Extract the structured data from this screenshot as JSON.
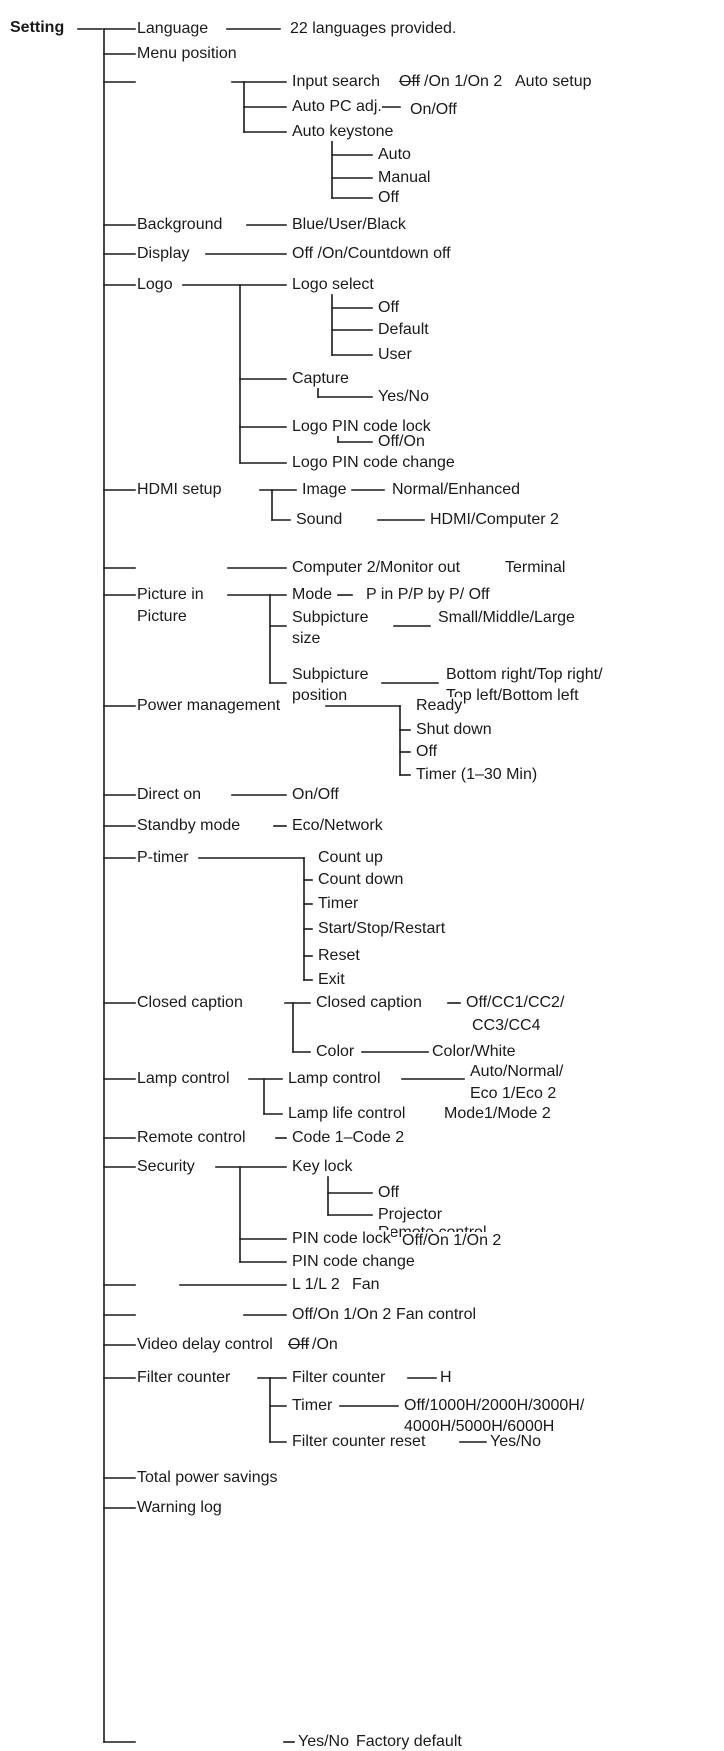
{
  "root": "Setting",
  "labels": {
    "language": "Language",
    "language_val": "22 languages provided.",
    "menu_position": "Menu position",
    "input_search": "Input search",
    "input_search_off": "Off",
    "input_search_opts": "/On 1/On 2",
    "auto_setup": "Auto setup",
    "auto_pc_adj": "Auto PC adj.",
    "auto_pc_adj_val": "On/Off",
    "auto_keystone": "Auto keystone",
    "ak_auto": "Auto",
    "ak_manual": "Manual",
    "ak_off": "Off",
    "background": "Background",
    "background_val": "Blue/User/Black",
    "display": "Display",
    "display_val": "Off /On/Countdown off",
    "logo": "Logo",
    "logo_select": "Logo select",
    "ls_off": "Off",
    "ls_default": "Default",
    "ls_user": "User",
    "capture": "Capture",
    "capture_val": "Yes/No",
    "logo_pin_lock": "Logo PIN code lock",
    "logo_pin_lock_val": "Off/On",
    "logo_pin_change": "Logo PIN code change",
    "hdmi_setup": "HDMI setup",
    "hdmi_image": "Image",
    "hdmi_image_val": "Normal/Enhanced",
    "hdmi_sound": "Sound",
    "hdmi_sound_val": "HDMI/Computer 2",
    "terminal_val": "Computer 2/Monitor out",
    "terminal": "Terminal",
    "pip_1": "Picture in",
    "pip_2": "Picture",
    "pip_mode": "Mode",
    "pip_mode_val": "P in P/P by P/ Off",
    "sub_size_1": "Subpicture",
    "sub_size_2": "size",
    "sub_size_val": "Small/Middle/Large",
    "sub_pos_1": "Subpicture",
    "sub_pos_2": "position",
    "sub_pos_val_1": "Bottom right/Top right/",
    "sub_pos_val_2": "Top left/Bottom left",
    "power_mgmt": "Power management",
    "pm_ready": "Ready",
    "pm_shutdown": "Shut down",
    "pm_off": "Off",
    "pm_timer": "Timer (1–30 Min)",
    "direct_on": "Direct on",
    "direct_on_val": "On/Off",
    "standby_mode": "Standby mode",
    "standby_mode_val": "Eco/Network",
    "p_timer": "P-timer",
    "pt_count_up": "Count up",
    "pt_count_down": "Count down",
    "pt_timer": "Timer",
    "pt_start": "Start/Stop/Restart",
    "pt_reset": "Reset",
    "pt_exit": "Exit",
    "closed_caption": "Closed caption",
    "cc_sub": "Closed caption",
    "cc_val_1": "Off/CC1/CC2/",
    "cc_val_2": "CC3/CC4",
    "cc_color": "Color",
    "cc_color_val": "Color/White",
    "lamp_control": "Lamp control",
    "lc_sub": "Lamp control",
    "lc_val_1": "Auto/Normal/",
    "lc_val_2": "Eco 1/Eco 2",
    "lamp_life": "Lamp life control",
    "lamp_life_val": "Mode1/Mode 2",
    "remote_control": "Remote control",
    "remote_control_val": "Code 1–Code 2",
    "security": "Security",
    "key_lock": "Key lock",
    "kl_off": "Off",
    "kl_projector": "Projector",
    "kl_remote": "Remote control",
    "pin_lock": "PIN code lock",
    "pin_lock_val": "Off/On 1/On 2",
    "pin_change": "PIN code change",
    "fan_val": "L 1/L 2",
    "fan": "Fan",
    "fan_control_val": "Off/On 1/On 2",
    "fan_control": "Fan control",
    "video_delay": "Video delay control",
    "video_delay_off": "Off",
    "video_delay_rest": "/On",
    "filter_counter": "Filter counter",
    "fc_sub": "Filter counter",
    "fc_sub_val": "H",
    "fc_timer": "Timer",
    "fc_timer_val_1": "Off/1000H/2000H/3000H/",
    "fc_timer_val_2": "4000H/5000H/6000H",
    "fc_reset": "Filter counter reset",
    "fc_reset_val": "Yes/No",
    "total_power": "Total power savings",
    "warning_log": "Warning log",
    "factory_val": "Yes/No",
    "factory": "Factory default"
  }
}
